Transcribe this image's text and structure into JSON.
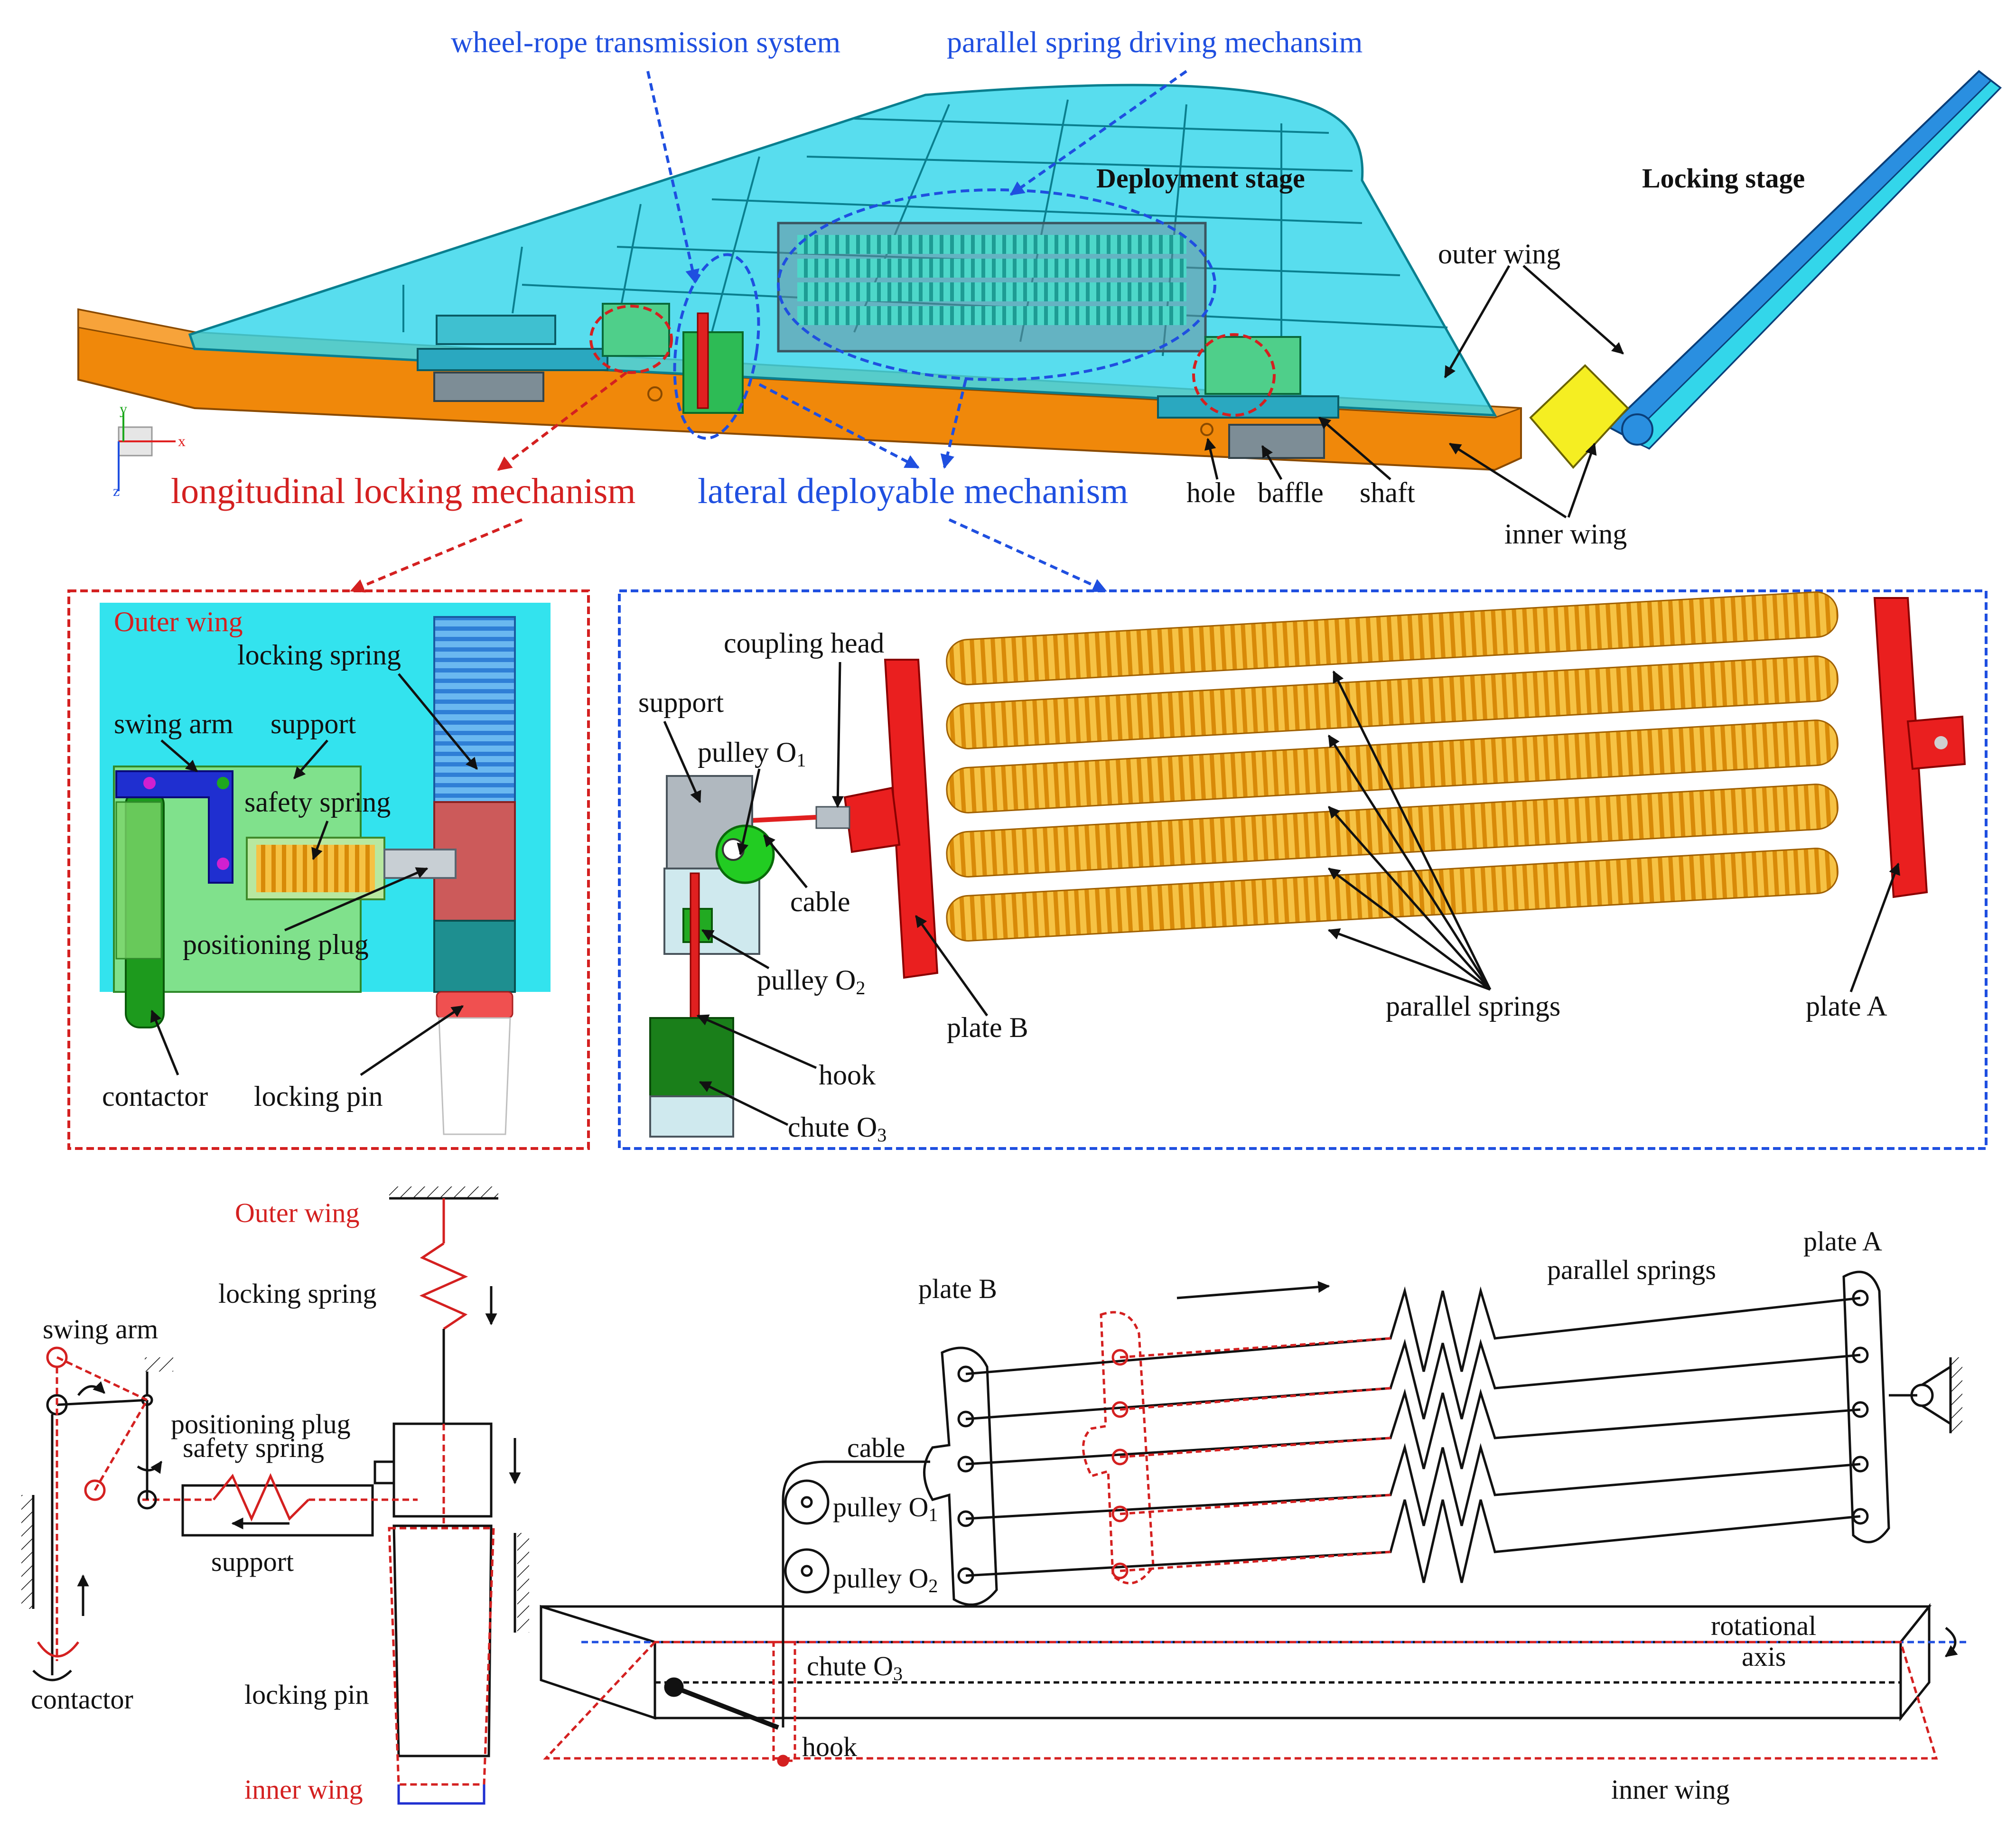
{
  "colors": {
    "blue_label": "#1f4fe0",
    "red_label": "#d42020",
    "wing_cyan": "#33d6ea",
    "orange": "#f0880a",
    "spring_gold": "#f2ae1e",
    "plate_red": "#ea1f1f",
    "green": "#1ea81e",
    "black": "#111111",
    "grey": "#8a9aa6"
  },
  "top": {
    "wheel_rope": "wheel-rope transmission system",
    "parallel_spring": "parallel spring driving mechansim",
    "deployment_stage": "Deployment stage",
    "locking_stage": "Locking  stage",
    "outer_wing": "outer wing",
    "inner_wing": "inner wing",
    "longitudinal": "longitudinal locking mechanism",
    "lateral": "lateral deployable mechanism",
    "hole": "hole",
    "baffle": "baffle",
    "shaft": "shaft",
    "axes": {
      "x": "x",
      "y": "y",
      "z": "z"
    }
  },
  "left_detail": {
    "outer_wing": "Outer wing",
    "locking_spring": "locking spring",
    "swing_arm": "swing arm",
    "support": "support",
    "safety_spring": "safety spring",
    "positioning_plug": "positioning plug",
    "contactor": "contactor",
    "locking_pin": "locking pin"
  },
  "right_detail": {
    "coupling_head": "coupling head",
    "support": "support",
    "pulley_o1": "pulley O",
    "sub1": "1",
    "cable": "cable",
    "pulley_o2": "pulley O",
    "sub2": "2",
    "hook": "hook",
    "chute_o3": "chute O",
    "sub3": "3",
    "plate_b": "plate B",
    "parallel_springs": "parallel springs",
    "plate_a": "plate A"
  },
  "bottom_left": {
    "outer_wing": "Outer wing",
    "locking_spring": "locking spring",
    "swing_arm": "swing arm",
    "positioning_plug": "positioning plug",
    "safety_spring": "safety spring",
    "support": "support",
    "contactor": "contactor",
    "locking_pin": "locking pin",
    "inner_wing": "inner wing"
  },
  "bottom_right": {
    "plate_b": "plate B",
    "parallel_springs": "parallel springs",
    "plate_a": "plate A",
    "cable": "cable",
    "pulley_o1": "pulley O",
    "sub1": "1",
    "pulley_o2": "pulley O",
    "sub2": "2",
    "rotational_axis_1": "rotational",
    "rotational_axis_2": "axis",
    "chute_o3": "chute O",
    "sub3": "3",
    "hook": "hook",
    "inner_wing": "inner wing"
  }
}
